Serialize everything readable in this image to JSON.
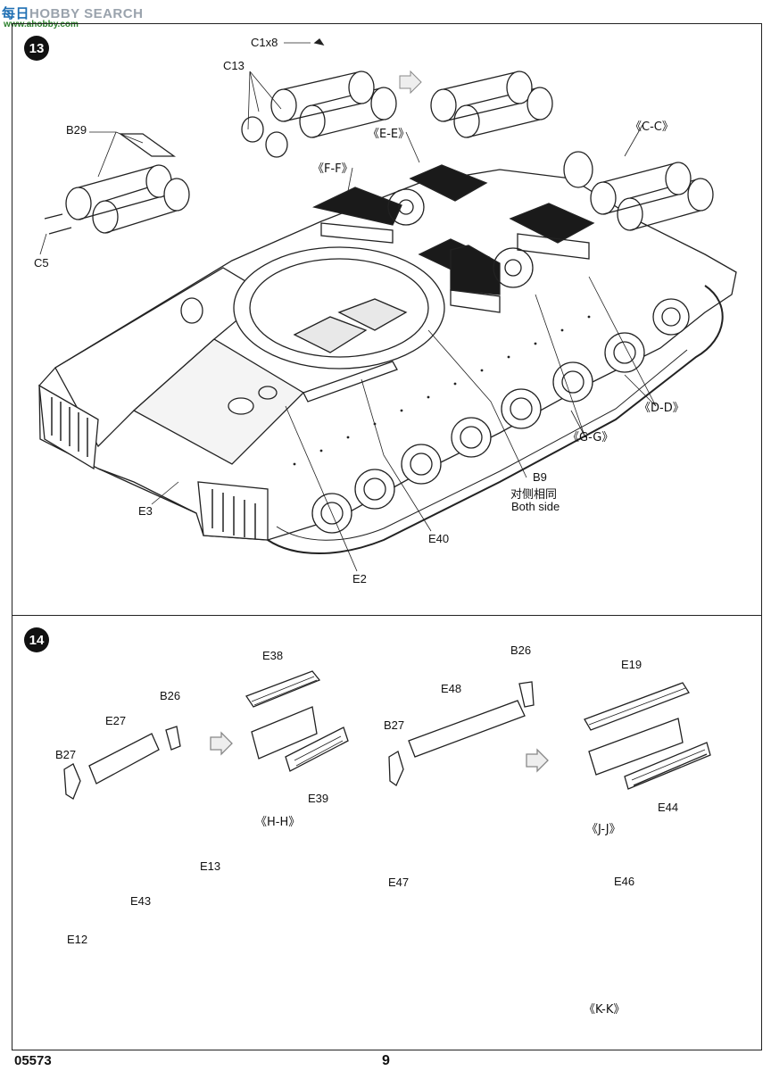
{
  "watermark": {
    "cn": "每日",
    "en": "HOBBY SEARCH",
    "sub": "www.ahobby.com"
  },
  "step13": {
    "number": "13",
    "labels": {
      "c1x8": "C1x8",
      "c13": "C13",
      "b29": "B29",
      "c5": "C5",
      "ee": "《E-E》",
      "ff": "《F-F》",
      "cc": "《C-C》",
      "dd": "《D-D》",
      "gg": "《G-G》",
      "b9": "B9",
      "b9_cn": "对侧相同",
      "b9_en": "Both side",
      "e3": "E3",
      "e40": "E40",
      "e2": "E2"
    }
  },
  "step14": {
    "number": "14",
    "labels": {
      "e38": "E38",
      "b26a": "B26",
      "e27": "E27",
      "b27a": "B27",
      "e39": "E39",
      "hh": "《H-H》",
      "b26b": "B26",
      "e48": "E48",
      "b27b": "B27",
      "e19": "E19",
      "e44": "E44",
      "jj": "《J-J》",
      "e13": "E13",
      "e43": "E43",
      "e12": "E12",
      "e47": "E47",
      "e46": "E46",
      "kk": "《K-K》"
    }
  },
  "footer": {
    "code": "05573",
    "page": "9"
  }
}
